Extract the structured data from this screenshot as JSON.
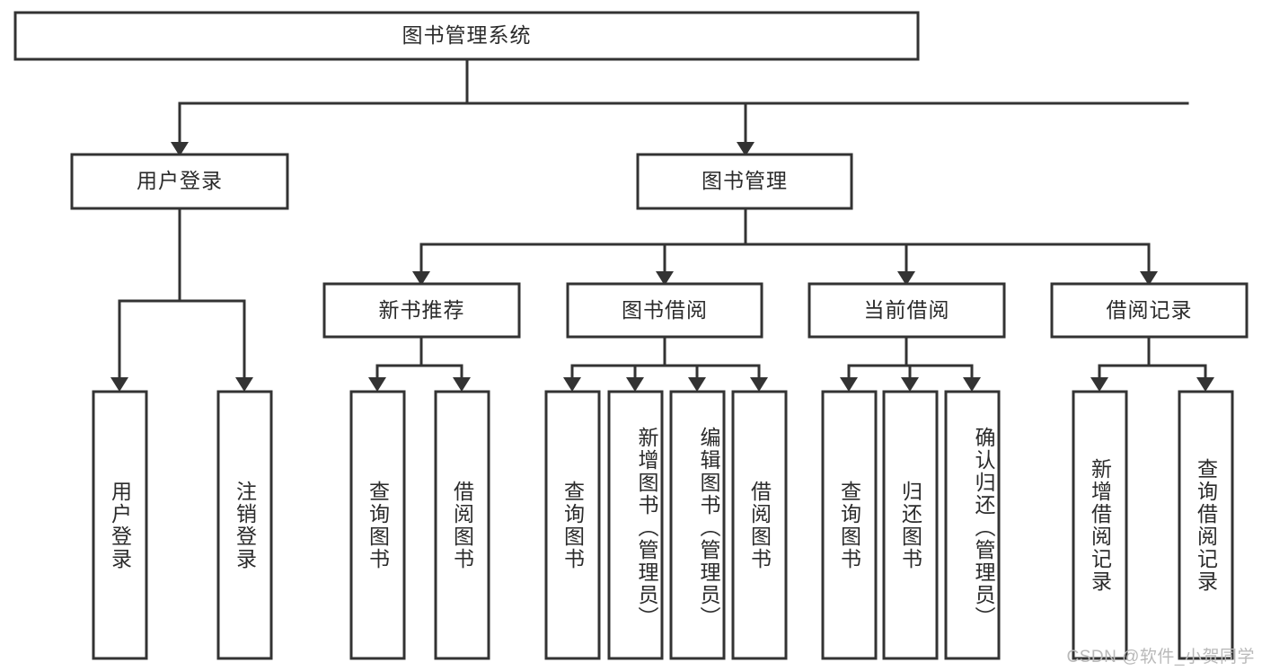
{
  "diagram": {
    "title": "图书管理系统",
    "type": "tree",
    "watermark": "CSDN @软件_小贺同学",
    "colors": {
      "stroke": "#333333",
      "fill": "#ffffff",
      "text": "#2b2b2b",
      "watermark": "#b9b9b9",
      "background": "#ffffff"
    },
    "nodes": {
      "root": {
        "label": "图书管理系统"
      },
      "level2": [
        {
          "id": "user-login",
          "label": "用户登录"
        },
        {
          "id": "book-manage",
          "label": "图书管理"
        }
      ],
      "level3": [
        {
          "id": "new-book-recommend",
          "label": "新书推荐"
        },
        {
          "id": "book-borrow",
          "label": "图书借阅"
        },
        {
          "id": "current-borrow",
          "label": "当前借阅"
        },
        {
          "id": "borrow-record",
          "label": "借阅记录"
        }
      ],
      "leaves": {
        "user-login": [
          {
            "id": "leaf-user-login",
            "label": "用户登录"
          },
          {
            "id": "leaf-logout-login",
            "label": "注销登录"
          }
        ],
        "new-book-recommend": [
          {
            "id": "leaf-query-book-1",
            "label": "查询图书"
          },
          {
            "id": "leaf-borrow-book-1",
            "label": "借阅图书"
          }
        ],
        "book-borrow": [
          {
            "id": "leaf-query-book-2",
            "label": "查询图书"
          },
          {
            "id": "leaf-add-book",
            "label": "新增图书（管理员）"
          },
          {
            "id": "leaf-edit-book",
            "label": "编辑图书（管理员）"
          },
          {
            "id": "leaf-borrow-book-2",
            "label": "借阅图书"
          }
        ],
        "current-borrow": [
          {
            "id": "leaf-query-book-3",
            "label": "查询图书"
          },
          {
            "id": "leaf-return-book",
            "label": "归还图书"
          },
          {
            "id": "leaf-confirm-return",
            "label": "确认归还（管理员）"
          }
        ],
        "borrow-record": [
          {
            "id": "leaf-add-record",
            "label": "新增借阅记录"
          },
          {
            "id": "leaf-query-record",
            "label": "查询借阅记录"
          }
        ]
      }
    }
  }
}
